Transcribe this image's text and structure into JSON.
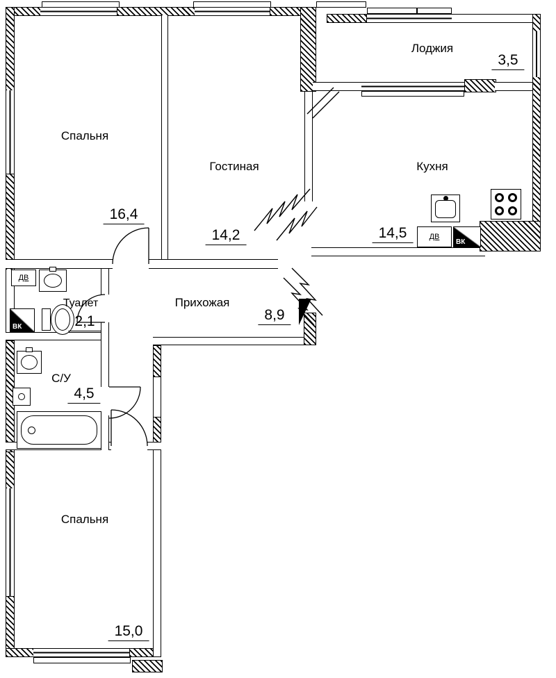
{
  "plan": {
    "rooms": {
      "bedroom_top": {
        "name": "Спальня",
        "area": "16,4"
      },
      "living": {
        "name": "Гостиная",
        "area": "14,2"
      },
      "loggia": {
        "name": "Лоджия",
        "area": "3,5"
      },
      "kitchen": {
        "name": "Кухня",
        "area": "14,5"
      },
      "hallway": {
        "name": "Прихожая",
        "area": "8,9"
      },
      "toilet": {
        "name": "Туалет",
        "area": "2,1"
      },
      "bathroom": {
        "name": "С/У",
        "area": "4,5"
      },
      "bedroom_bottom": {
        "name": "Спальня",
        "area": "15,0"
      }
    },
    "markers": {
      "dv": "ДВ",
      "vk": "ВК"
    },
    "colors": {
      "line": "#000000",
      "background": "#ffffff"
    }
  }
}
